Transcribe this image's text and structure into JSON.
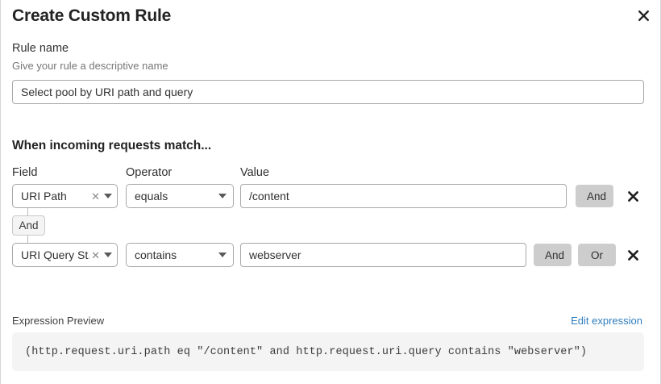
{
  "dialog": {
    "title": "Create Custom Rule",
    "close_icon": "close-icon"
  },
  "rule_name": {
    "label": "Rule name",
    "help": "Give your rule a descriptive name",
    "value": "Select pool by URI path and query",
    "placeholder": ""
  },
  "match_section": {
    "heading": "When incoming requests match...",
    "columns": {
      "field": "Field",
      "operator": "Operator",
      "value": "Value"
    },
    "connector": "And",
    "rows": [
      {
        "field": "URI Path",
        "operator": "equals",
        "value": "/content",
        "clear_icon": "clear-x-icon",
        "caret_icon": "chevron-down-icon",
        "buttons": [
          "And"
        ],
        "delete_icon": "delete-x-icon"
      },
      {
        "field": "URI Query St...",
        "operator": "contains",
        "value": "webserver",
        "clear_icon": "clear-x-icon",
        "caret_icon": "chevron-down-icon",
        "buttons": [
          "And",
          "Or"
        ],
        "delete_icon": "delete-x-icon"
      }
    ]
  },
  "expression_preview": {
    "label": "Expression Preview",
    "edit_link": "Edit expression",
    "code": "(http.request.uri.path eq \"/content\" and http.request.uri.query contains \"webserver\")"
  },
  "colors": {
    "link": "#2f7dbd",
    "pill_bg": "#cdcdcd",
    "code_bg": "#f4f4f4",
    "border": "#a8a8a8"
  }
}
